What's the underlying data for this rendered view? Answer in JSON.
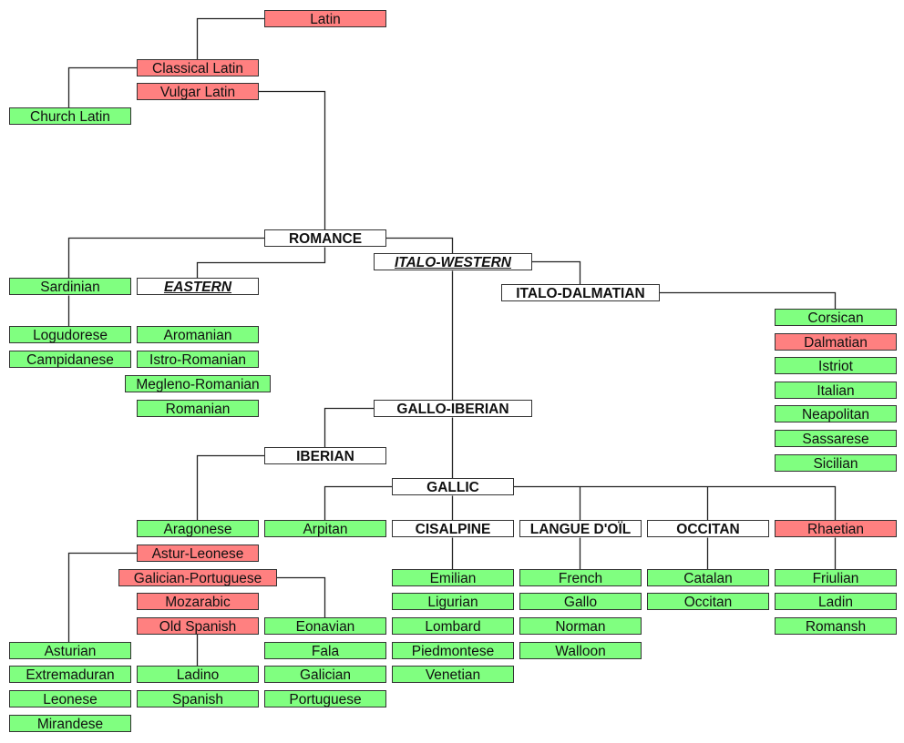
{
  "title": "Romance languages family tree",
  "colors": {
    "extinct": "#ff8080",
    "living": "#80ff80",
    "group": "#ffffff"
  },
  "nodes": [
    {
      "id": "latin",
      "label": "Latin",
      "type": "extinct"
    },
    {
      "id": "classical-latin",
      "label": "Classical Latin",
      "type": "extinct"
    },
    {
      "id": "vulgar-latin",
      "label": "Vulgar Latin",
      "type": "extinct"
    },
    {
      "id": "church-latin",
      "label": "Church Latin",
      "type": "living"
    },
    {
      "id": "romance",
      "label": "ROMANCE",
      "type": "group"
    },
    {
      "id": "italo-western",
      "label": "ITALO-WESTERN",
      "type": "group-italic"
    },
    {
      "id": "eastern",
      "label": "EASTERN",
      "type": "group-italic"
    },
    {
      "id": "sardinian",
      "label": "Sardinian",
      "type": "living"
    },
    {
      "id": "italo-dalmatian",
      "label": "ITALO-DALMATIAN",
      "type": "group"
    },
    {
      "id": "logudorese",
      "label": "Logudorese",
      "type": "living"
    },
    {
      "id": "campidanese",
      "label": "Campidanese",
      "type": "living"
    },
    {
      "id": "aromanian",
      "label": "Aromanian",
      "type": "living"
    },
    {
      "id": "istro-romanian",
      "label": "Istro-Romanian",
      "type": "living"
    },
    {
      "id": "megleno-romanian",
      "label": "Megleno-Romanian",
      "type": "living"
    },
    {
      "id": "romanian",
      "label": "Romanian",
      "type": "living"
    },
    {
      "id": "corsican",
      "label": "Corsican",
      "type": "living"
    },
    {
      "id": "dalmatian",
      "label": "Dalmatian",
      "type": "extinct"
    },
    {
      "id": "istriot",
      "label": "Istriot",
      "type": "living"
    },
    {
      "id": "italian",
      "label": "Italian",
      "type": "living"
    },
    {
      "id": "neapolitan",
      "label": "Neapolitan",
      "type": "living"
    },
    {
      "id": "sassarese",
      "label": "Sassarese",
      "type": "living"
    },
    {
      "id": "sicilian",
      "label": "Sicilian",
      "type": "living"
    },
    {
      "id": "gallo-iberian",
      "label": "GALLO-IBERIAN",
      "type": "group"
    },
    {
      "id": "iberian",
      "label": "IBERIAN",
      "type": "group"
    },
    {
      "id": "gallic",
      "label": "GALLIC",
      "type": "group"
    },
    {
      "id": "aragonese",
      "label": "Aragonese",
      "type": "living"
    },
    {
      "id": "arpitan",
      "label": "Arpitan",
      "type": "living"
    },
    {
      "id": "cisalpine",
      "label": "CISALPINE",
      "type": "group"
    },
    {
      "id": "langue-doil",
      "label": "LANGUE D'OÏL",
      "type": "group"
    },
    {
      "id": "occitan-group",
      "label": "OCCITAN",
      "type": "group"
    },
    {
      "id": "rhaetian",
      "label": "Rhaetian",
      "type": "extinct"
    },
    {
      "id": "astur-leonese",
      "label": "Astur-Leonese",
      "type": "extinct"
    },
    {
      "id": "galician-portuguese",
      "label": "Galician-Portuguese",
      "type": "extinct"
    },
    {
      "id": "mozarabic",
      "label": "Mozarabic",
      "type": "extinct"
    },
    {
      "id": "old-spanish",
      "label": "Old Spanish",
      "type": "extinct"
    },
    {
      "id": "eonavian",
      "label": "Eonavian",
      "type": "living"
    },
    {
      "id": "fala",
      "label": "Fala",
      "type": "living"
    },
    {
      "id": "galician",
      "label": "Galician",
      "type": "living"
    },
    {
      "id": "portuguese",
      "label": "Portuguese",
      "type": "living"
    },
    {
      "id": "asturian",
      "label": "Asturian",
      "type": "living"
    },
    {
      "id": "extremaduran",
      "label": "Extremaduran",
      "type": "living"
    },
    {
      "id": "leonese",
      "label": "Leonese",
      "type": "living"
    },
    {
      "id": "mirandese",
      "label": "Mirandese",
      "type": "living"
    },
    {
      "id": "ladino",
      "label": "Ladino",
      "type": "living"
    },
    {
      "id": "spanish",
      "label": "Spanish",
      "type": "living"
    },
    {
      "id": "emilian",
      "label": "Emilian",
      "type": "living"
    },
    {
      "id": "ligurian",
      "label": "Ligurian",
      "type": "living"
    },
    {
      "id": "lombard",
      "label": "Lombard",
      "type": "living"
    },
    {
      "id": "piedmontese",
      "label": "Piedmontese",
      "type": "living"
    },
    {
      "id": "venetian",
      "label": "Venetian",
      "type": "living"
    },
    {
      "id": "french",
      "label": "French",
      "type": "living"
    },
    {
      "id": "gallo",
      "label": "Gallo",
      "type": "living"
    },
    {
      "id": "norman",
      "label": "Norman",
      "type": "living"
    },
    {
      "id": "walloon",
      "label": "Walloon",
      "type": "living"
    },
    {
      "id": "catalan",
      "label": "Catalan",
      "type": "living"
    },
    {
      "id": "occitan",
      "label": "Occitan",
      "type": "living"
    },
    {
      "id": "friulian",
      "label": "Friulian",
      "type": "living"
    },
    {
      "id": "ladin",
      "label": "Ladin",
      "type": "living"
    },
    {
      "id": "romansh",
      "label": "Romansh",
      "type": "living"
    }
  ]
}
